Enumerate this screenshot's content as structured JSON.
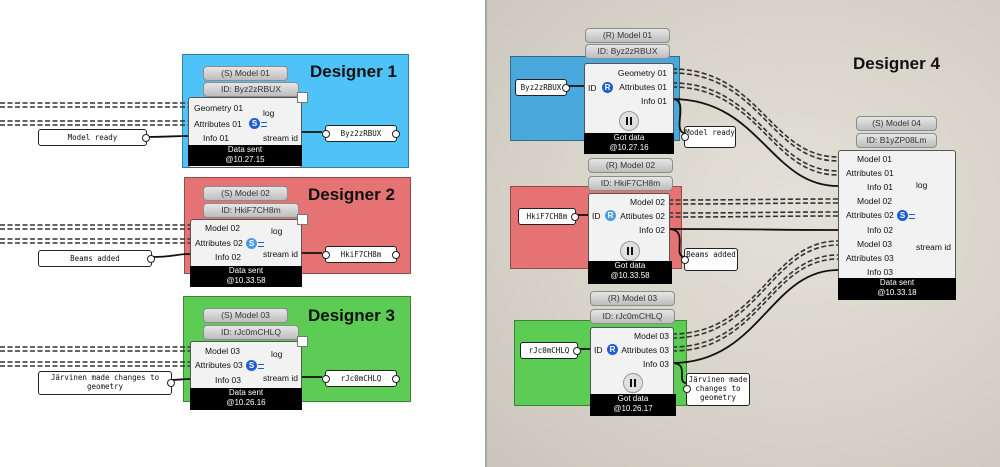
{
  "designer1": {
    "title": "Designer 1",
    "model_pill": "(S) Model 01",
    "id_pill": "ID: Byz2zRBUX",
    "inputs": [
      "Geometry 01",
      "Attributes 01",
      "Info 01"
    ],
    "outputs": [
      "log",
      "stream id"
    ],
    "status": "Data sent",
    "time": "@10.27.15",
    "info_panel": "Model ready",
    "id_panel": "Byz2zRBUX",
    "badge": "S"
  },
  "designer2": {
    "title": "Designer 2",
    "model_pill": "(S) Model 02",
    "id_pill": "ID: HkiF7CH8m",
    "inputs": [
      "Model 02",
      "Attributes 02",
      "Info 02"
    ],
    "outputs": [
      "log",
      "stream id"
    ],
    "status": "Data sent",
    "time": "@10.33.58",
    "info_panel": "Beams added",
    "id_panel": "HkiF7CH8m",
    "badge": "S"
  },
  "designer3": {
    "title": "Designer 3",
    "model_pill": "(S) Model 03",
    "id_pill": "ID: rJc0mCHLQ",
    "inputs": [
      "Model 03",
      "Attributes 03",
      "Info 03"
    ],
    "outputs": [
      "log",
      "stream id"
    ],
    "status": "Data sent",
    "time": "@10.26.16",
    "info_panel": "Järvinen made changes to geometry",
    "id_panel": "rJc0mCHLQ",
    "badge": "S"
  },
  "designer4": {
    "title": "Designer 4",
    "receivers": [
      {
        "model_pill": "(R) Model 01",
        "id_pill": "ID: Byz2zRBUX",
        "input": "ID",
        "badge": "R",
        "outputs": [
          "Geometry 01",
          "Attributes 01",
          "Info 01"
        ],
        "status": "Got data",
        "time": "@10.27.16",
        "id_panel": "Byz2zRBUX",
        "info_panel": "Model ready"
      },
      {
        "model_pill": "(R) Model 02",
        "id_pill": "ID: HkiF7CH8m",
        "input": "ID",
        "badge": "R",
        "outputs": [
          "Model 02",
          "Attibutes 02",
          "Info 02"
        ],
        "status": "Got data",
        "time": "@10.33.58",
        "id_panel": "HkiF7CH8m",
        "info_panel": "Beams added"
      },
      {
        "model_pill": "(R) Model 03",
        "id_pill": "ID: rJc0mCHLQ",
        "input": "ID",
        "badge": "R",
        "outputs": [
          "Model 03",
          "Attributes 03",
          "Info 03"
        ],
        "status": "Got data",
        "time": "@10.26.17",
        "id_panel": "rJc0mCHLQ",
        "info_panel": "Järvinen made changes to geometry"
      }
    ],
    "sender": {
      "model_pill": "(S) Model 04",
      "id_pill": "ID: B1yZP08Lm",
      "badge": "S",
      "inputs": [
        "Model 01",
        "Attributes 01",
        "Info 01",
        "Model 02",
        "Attributes 02",
        "Info 02",
        "Model 03",
        "Attributes 03",
        "Info 03"
      ],
      "outputs": [
        "log",
        "stream id"
      ],
      "status": "Data sent",
      "time": "@10.33.18"
    }
  },
  "colors": {
    "blue_group": "#4fc3f7",
    "red_group": "#e57373",
    "green_group": "#5ccc55",
    "canvas_right": "#d8d4ca"
  }
}
